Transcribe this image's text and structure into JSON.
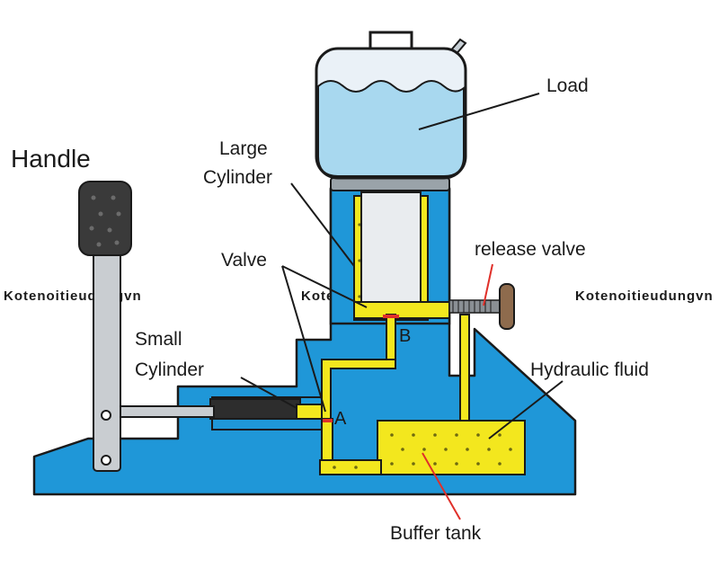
{
  "labels": {
    "handle": "Handle",
    "large_cylinder_line1": "Large",
    "large_cylinder_line2": "Cylinder",
    "load": "Load",
    "release_valve": "release valve",
    "valve": "Valve",
    "point_b": "B",
    "small_cylinder_line1": "Small",
    "small_cylinder_line2": "Cylinder",
    "point_a": "A",
    "hydraulic_fluid": "Hydraulic fluid",
    "buffer_tank": "Buffer tank"
  },
  "watermarks": {
    "left": "Kotenoitieudungvn",
    "center": "Kotenoitieudungvn",
    "right": "Kotenoitieudungvn"
  },
  "colors": {
    "body_blue": "#1f97d8",
    "fluid_yellow": "#f3e71e",
    "load_water": "#a8d8ef",
    "load_container": "#eaf1f7",
    "handle_grip": "#3a3a3a",
    "outline": "#1a1a1a",
    "leader_red": "#e0302a"
  }
}
